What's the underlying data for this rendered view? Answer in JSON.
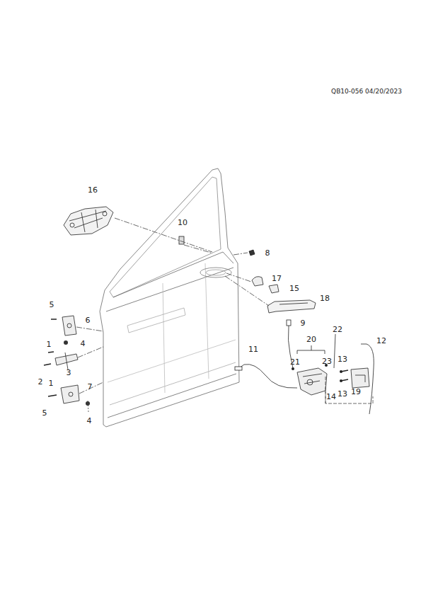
{
  "diagram": {
    "labels": [
      "QB10-056 04/20/2023",
      "16",
      "10",
      "8",
      "17",
      "15",
      "18",
      "5",
      "6",
      "4",
      "1",
      "9",
      "22",
      "20",
      "12",
      "11",
      "21",
      "23",
      "13",
      "3",
      "2",
      "1",
      "7",
      "14",
      "13",
      "19",
      "5",
      "4"
    ]
  }
}
